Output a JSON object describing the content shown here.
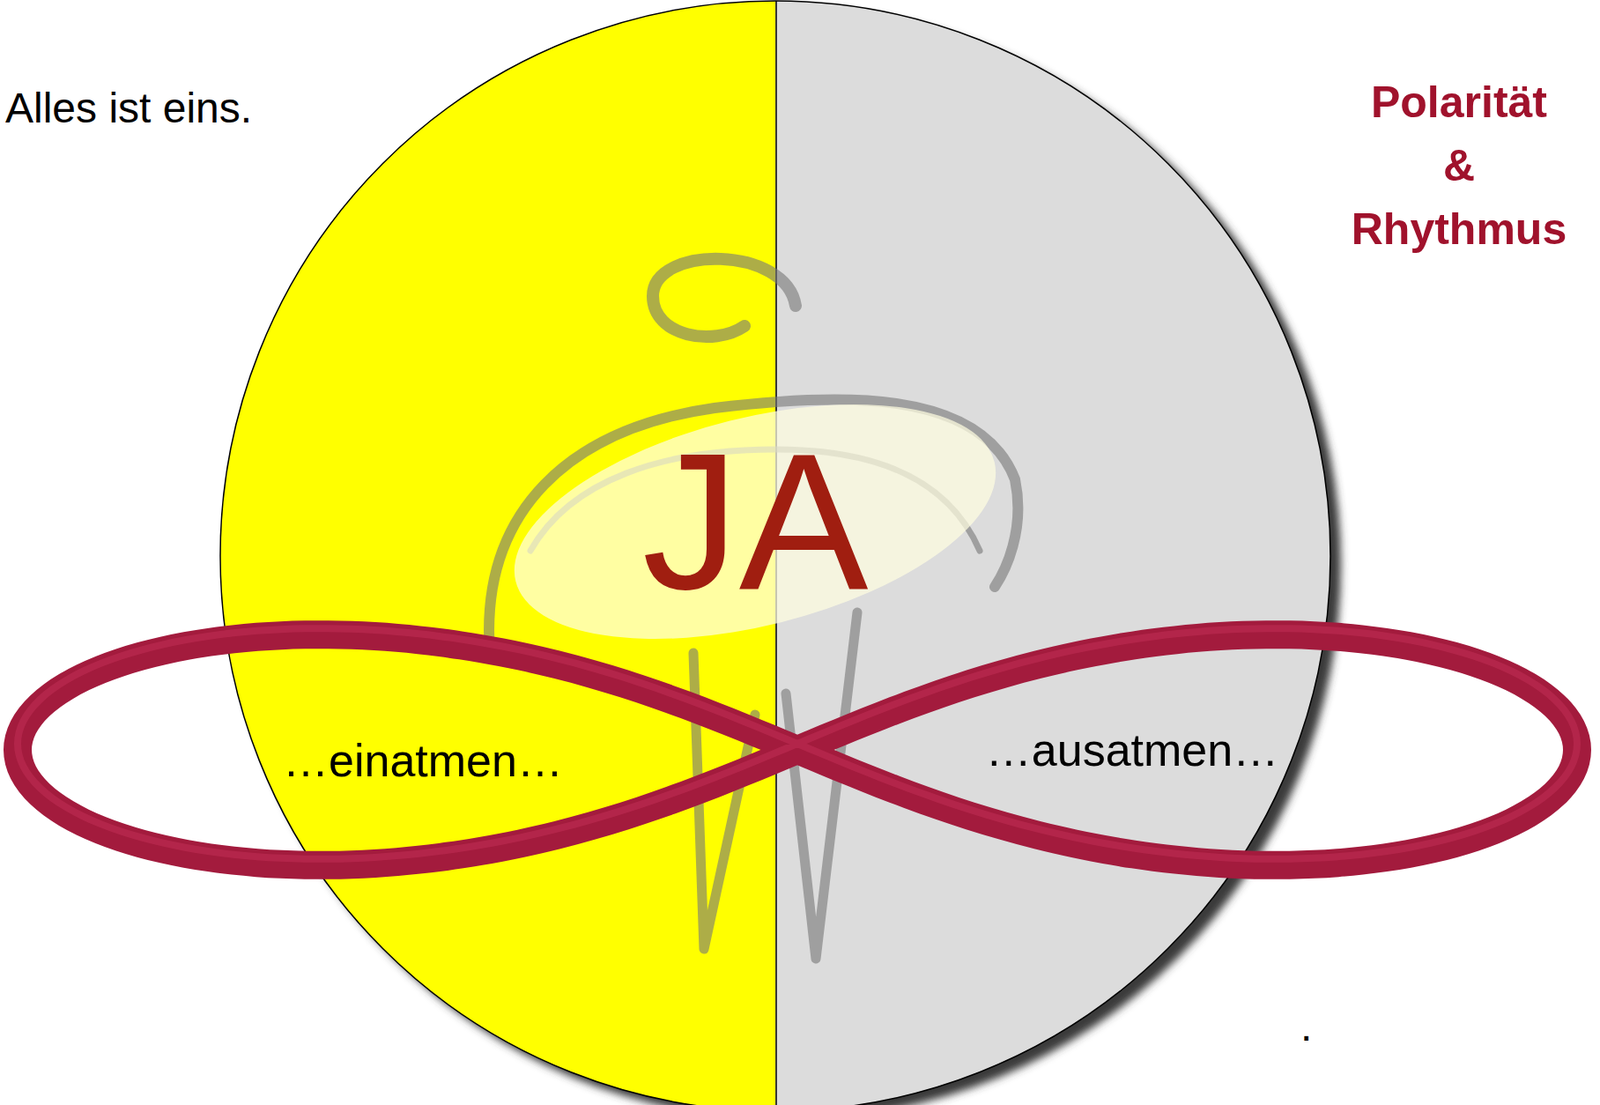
{
  "diagram": {
    "nodes": [
      {
        "text": [
          "JA"
        ]
      },
      {
        "text": [
          "…einatmen…"
        ]
      },
      {
        "text": [
          "…ausatmen…"
        ]
      }
    ],
    "labels": [
      "Alles ist eins.",
      "Polarität & Rhythmus",
      "."
    ]
  }
}
